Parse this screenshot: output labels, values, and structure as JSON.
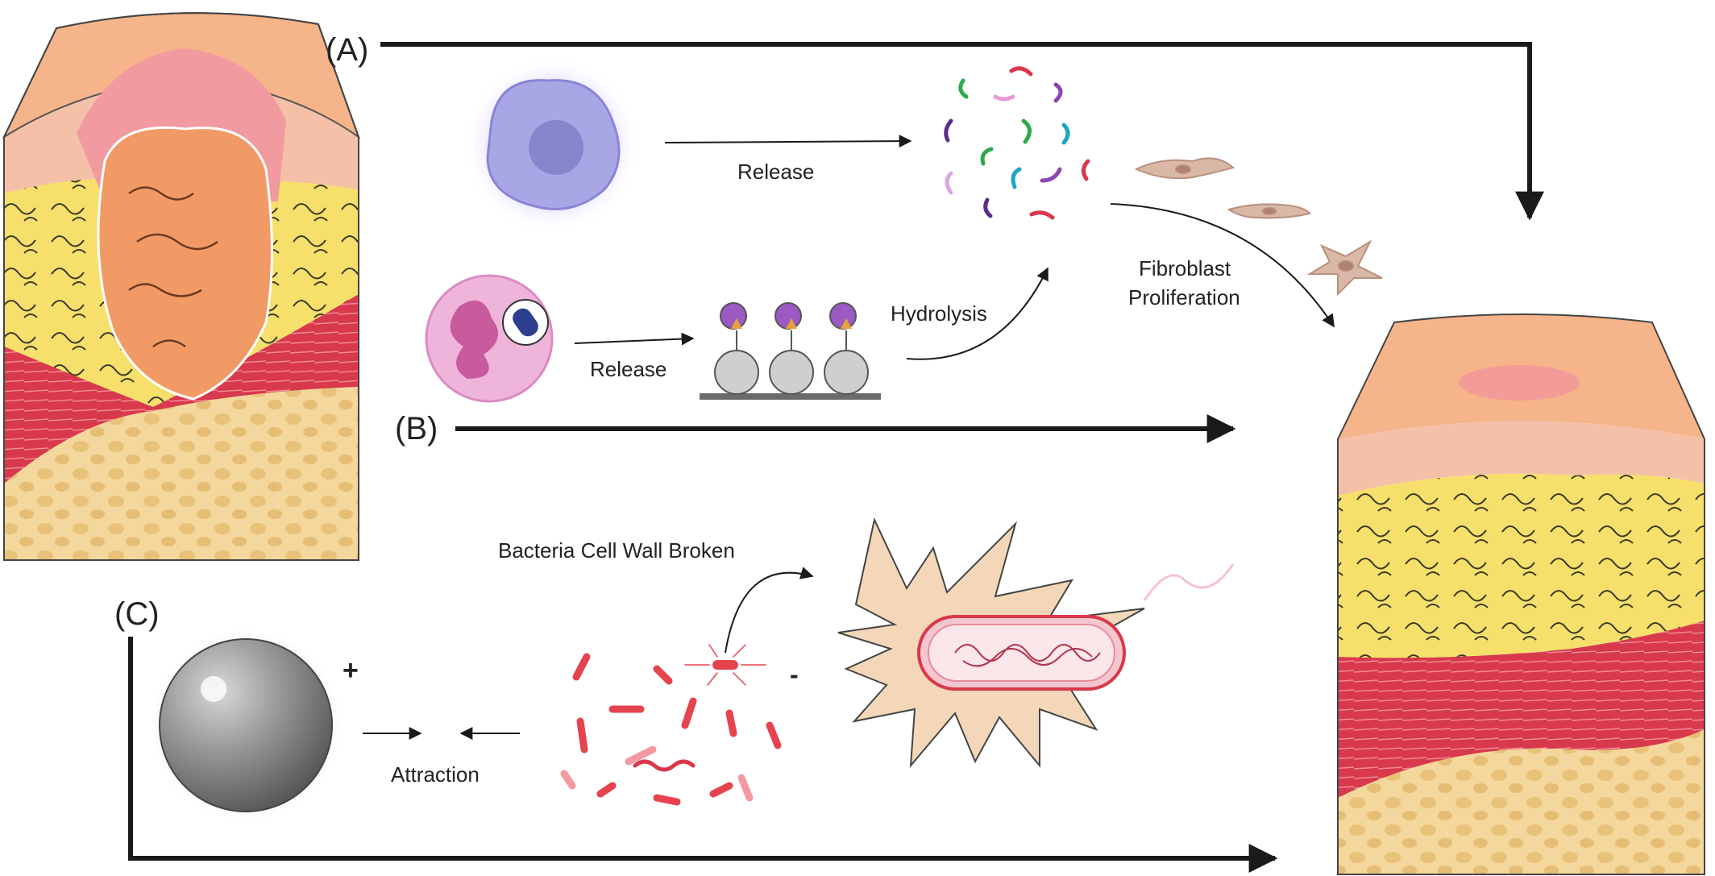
{
  "panels": {
    "a": {
      "label": "(A)"
    },
    "b": {
      "label": "(B)"
    },
    "c": {
      "label": "(C)"
    }
  },
  "labels": {
    "release_top": "Release",
    "release_mid": "Release",
    "hydrolysis": "Hydrolysis",
    "fibroblast_line1": "Fibroblast",
    "fibroblast_line2": "Proliferation",
    "bacteria_wall": "Bacteria Cell Wall Broken",
    "attraction": "Attraction",
    "charge_positive": "+",
    "charge_negative": "-"
  },
  "colors": {
    "arrow": "#1a1a1a",
    "skin_top": "#f4b48a",
    "dermis_pink": "#f0a9a8",
    "fat_yellow": "#f7e36a",
    "muscle_red": "#d9374b",
    "bone_tan": "#f3d79c",
    "wound_orange": "#f29a66",
    "macrophage_purple": "#a9a6e6",
    "neutrophil_pink": "#efb4da",
    "bacteria_red": "#e5434e",
    "sphere_gray": "#8a8a8a"
  }
}
